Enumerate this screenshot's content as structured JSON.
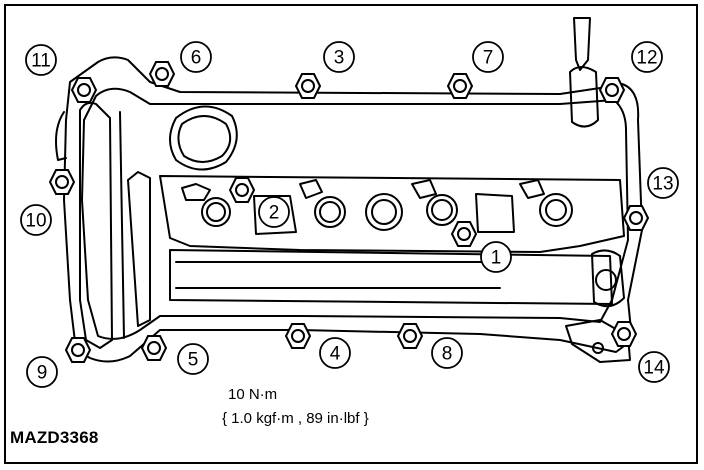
{
  "figure_id": "MAZD3368",
  "torque": {
    "nm": "10 N·m",
    "alt": "{ 1.0 kgf·m , 89 in·lbf }"
  },
  "callouts": [
    "1",
    "2",
    "3",
    "4",
    "5",
    "6",
    "7",
    "8",
    "9",
    "10",
    "11",
    "12",
    "13",
    "14"
  ]
}
